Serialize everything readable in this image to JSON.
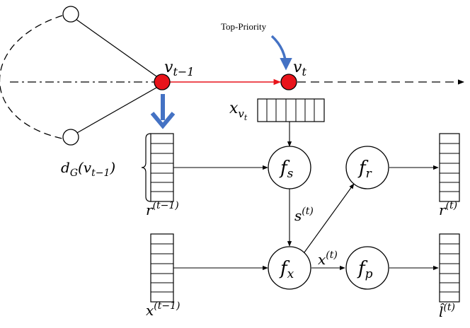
{
  "annotation": {
    "top_priority": "Top-Priority"
  },
  "nodes": {
    "v_prev": {
      "base": "v",
      "sub": "t−1"
    },
    "v_curr": {
      "base": "v",
      "sub": "t"
    }
  },
  "labels": {
    "x_vt": {
      "base": "x",
      "sub": "v",
      "subsub": "t"
    },
    "d_g": {
      "d": "d",
      "g": "G",
      "arg_open": "(v",
      "arg_sub": "t−1",
      "arg_close": ")"
    },
    "r_prev": {
      "base": "r",
      "sup": "(t−1)"
    },
    "r_curr": {
      "base": "r",
      "sup": "(t)"
    },
    "s_t": {
      "base": "s",
      "sup": "(t)"
    },
    "x_t": {
      "base": "x",
      "sup": "(t)"
    },
    "x_prev": {
      "base": "x",
      "sup": "(t−1)"
    },
    "l_hat": {
      "base": "l̂",
      "sup": "(t)"
    }
  },
  "functions": {
    "f_s": {
      "base": "f",
      "sub": "s"
    },
    "f_r": {
      "base": "f",
      "sub": "r"
    },
    "f_x": {
      "base": "f",
      "sub": "x"
    },
    "f_p": {
      "base": "f",
      "sub": "p"
    }
  },
  "colors": {
    "node_fill": "#e8141b",
    "highlight_edge": "#e8141b",
    "arrow_blue": "#4472c4",
    "stroke": "#000000"
  }
}
